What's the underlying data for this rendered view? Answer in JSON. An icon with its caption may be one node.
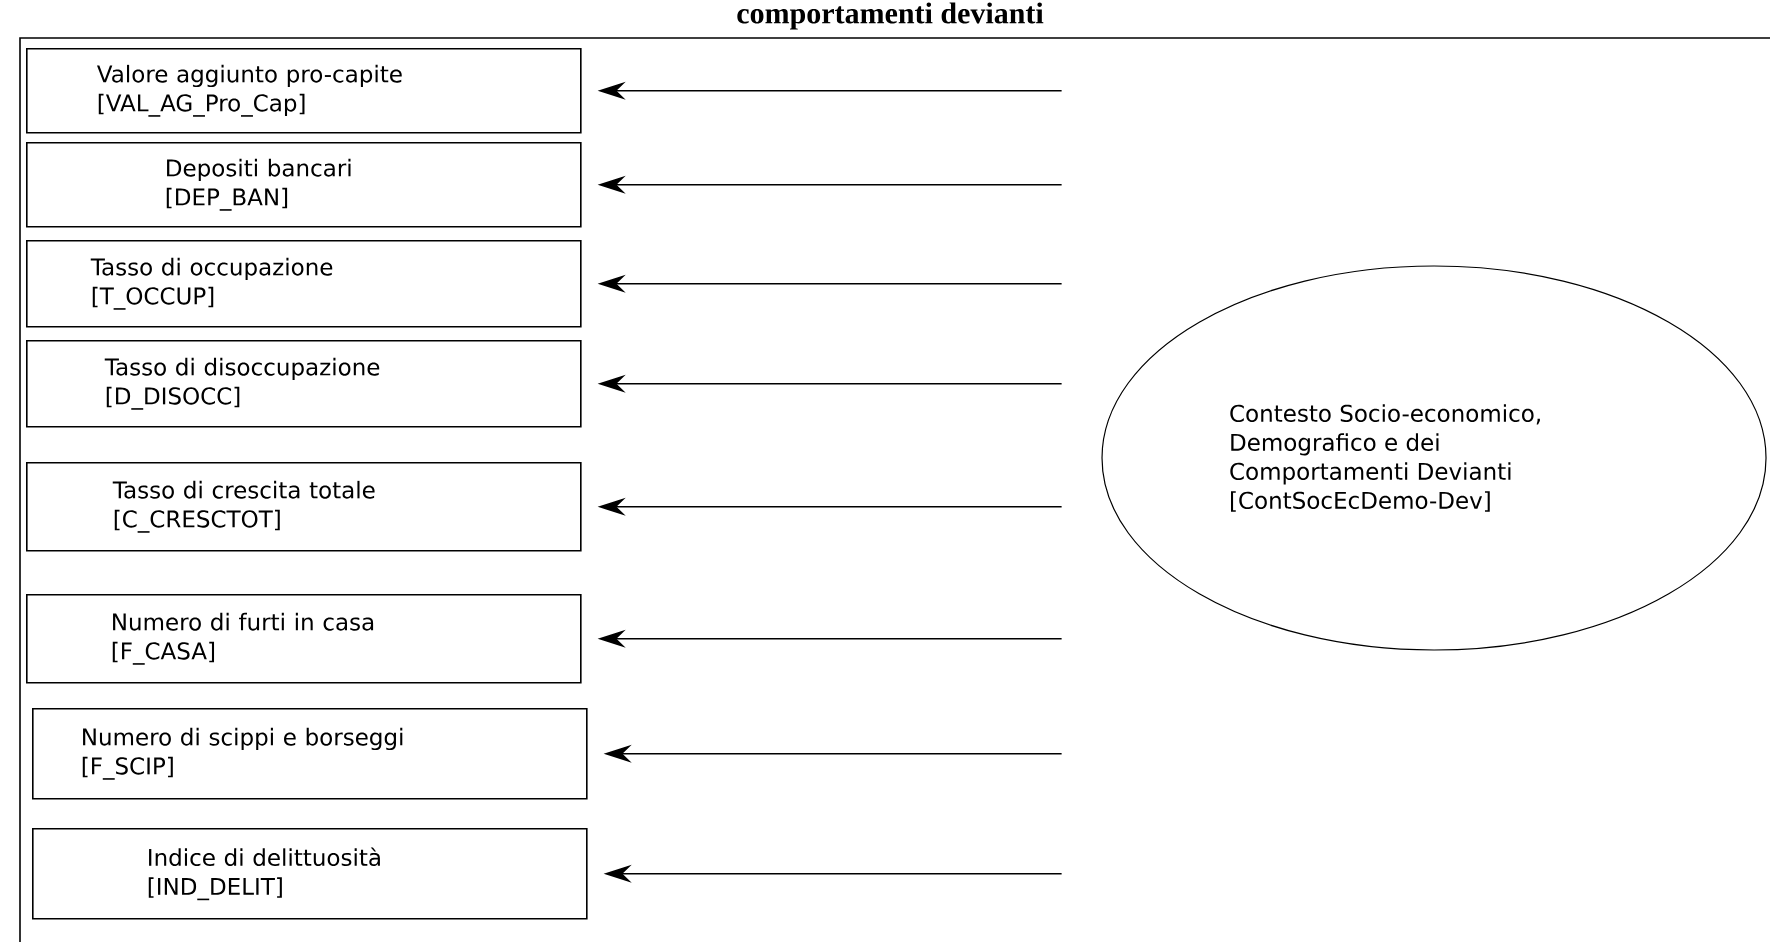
{
  "diagram": {
    "title": "comportamenti devianti",
    "nodes": [
      {
        "text": [
          "Valore aggiunto pro-capite",
          "[VAL_AG_Pro_Cap]"
        ]
      },
      {
        "text": [
          "Depositi bancari",
          "[DEP_BAN]"
        ]
      },
      {
        "text": [
          "Tasso di occupazione",
          "[T_OCCUP]"
        ]
      },
      {
        "text": [
          "Tasso di disoccupazione",
          "[D_DISOCC]"
        ]
      },
      {
        "text": [
          "Tasso di crescita totale",
          "[C_CRESCTOT]"
        ]
      },
      {
        "text": [
          "Numero di furti in casa",
          "[F_CASA]"
        ]
      },
      {
        "text": [
          "Numero di scippi e borseggi",
          "[F_SCIP]"
        ]
      },
      {
        "text": [
          "Indice di delittuosità",
          "[IND_DELIT]"
        ]
      },
      {
        "text": [
          "Contesto Socio-economico, Demografico e dei Comportamenti Devianti",
          "[ContSocEcDemo-Dev]"
        ]
      }
    ],
    "edges": [
      {
        "from": null,
        "to": 0,
        "arrow": "to"
      },
      {
        "from": null,
        "to": 1,
        "arrow": "to"
      },
      {
        "from": null,
        "to": 2,
        "arrow": "to"
      },
      {
        "from": null,
        "to": 3,
        "arrow": "to"
      },
      {
        "from": null,
        "to": 4,
        "arrow": "to"
      },
      {
        "from": null,
        "to": 5,
        "arrow": "to"
      },
      {
        "from": null,
        "to": 6,
        "arrow": "to"
      },
      {
        "from": null,
        "to": 7,
        "arrow": "to"
      }
    ]
  }
}
